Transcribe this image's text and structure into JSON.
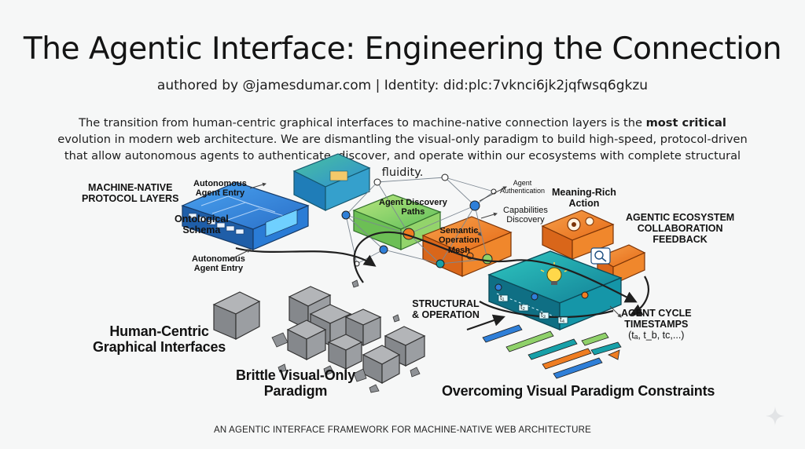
{
  "title": "The Agentic Interface: Engineering the Connection",
  "byline": "authored by @jamesdumar.com | Identity: did:plc:7vknci6jk2jqfwsq6gkzu",
  "intro": {
    "line1_before": "The transition from human-centric graphical interfaces to machine-native connection layers is the ",
    "line1_bold": "most critical",
    "line2": "evolution in modern web architecture. We are dismantling the visual-only paradigm to build high-speed, protocol-driven",
    "line3": "that allow autonomous agents to authenticate, discover, and operate within our ecosystems with complete structural fluidity."
  },
  "labels": {
    "machine_native_1": "MACHINE-NATIVE",
    "machine_native_2": "PROTOCOL LAYERS",
    "autonomous_entry_top_1": "Autonomous",
    "autonomous_entry_top_2": "Agent Entry",
    "ontological_1": "Ontological",
    "ontological_2": "Schema",
    "autonomous_entry_bottom_1": "Autonomous",
    "autonomous_entry_bottom_2": "Agent Entry",
    "discovery_paths_1": "Agent Discovery",
    "discovery_paths_2": "Paths",
    "agent_auth_1": "Agent",
    "agent_auth_2": "Authentication",
    "meaning_rich_1": "Meaning-Rich",
    "meaning_rich_2": "Action",
    "capabilities_1": "Capabilities",
    "capabilities_2": "Discovery",
    "semantic_mesh_1": "Semantic",
    "semantic_mesh_2": "Operation",
    "semantic_mesh_3": "Mesh",
    "ecosystem_1": "AGENTIC ECOSYSTEM",
    "ecosystem_2": "COLLABORATION",
    "ecosystem_3": "FEEDBACK",
    "structural_1": "STRUCTURAL",
    "structural_2": "& OPERATION",
    "cycle_1": "AGENT CYCLE",
    "cycle_2": "TIMESTAMPS",
    "cycle_3": "(tₐ, t_b, tᴄ,...)",
    "human_centric_1": "Human-Centric",
    "human_centric_2": "Graphical Interfaces",
    "brittle_1": "Brittle Visual-Only",
    "brittle_2": "Paradigm",
    "overcoming": "Overcoming Visual Paradigm Constraints",
    "t1": "t₁",
    "t2": "t₂",
    "t3": "t₃",
    "t4": "t₄"
  },
  "footer": "AN AGENTIC INTERFACE FRAMEWORK FOR MACHINE-NATIVE WEB ARCHITECTURE",
  "colors": {
    "blue_block": "#2f7fd8",
    "green_block": "#8fd16a",
    "orange_block": "#ef7d22",
    "teal_block": "#17a0a8",
    "rubble": "#8f9296",
    "ink": "#1a1a1a"
  }
}
